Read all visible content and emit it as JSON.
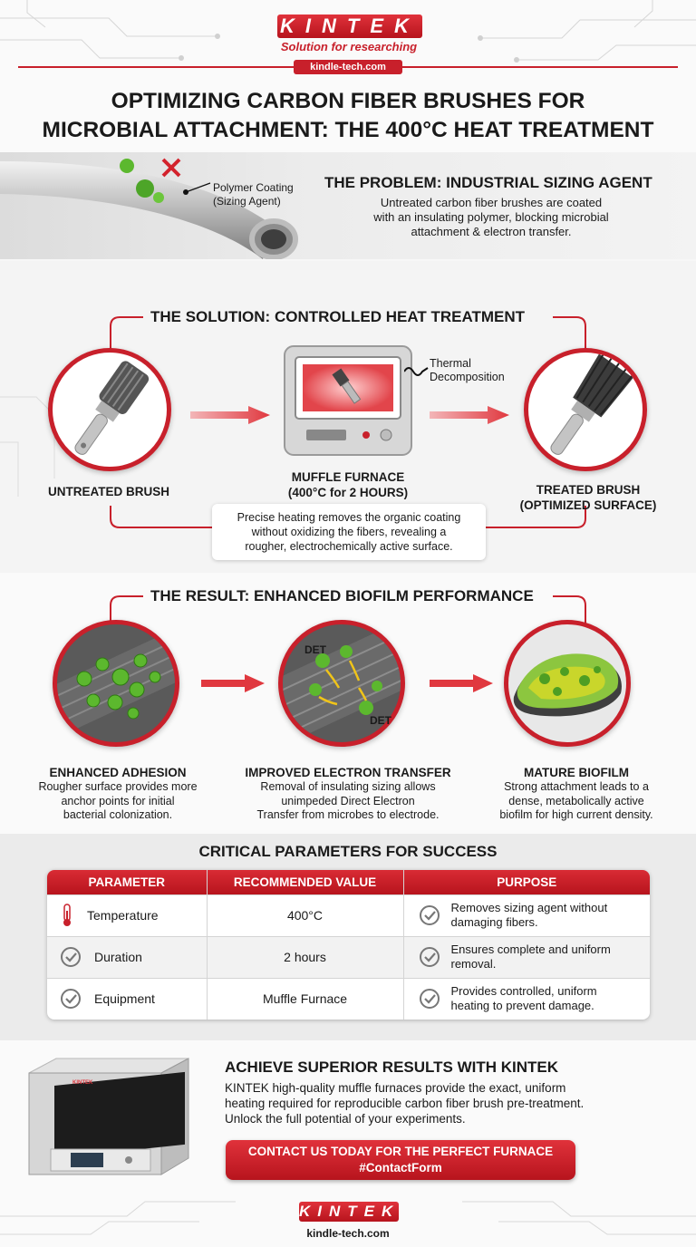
{
  "header": {
    "logo": "KINTEK",
    "tagline": "Solution for researching",
    "site": "kindle-tech.com",
    "title_line1": "OPTIMIZING CARBON FIBER BRUSHES FOR",
    "title_line2": "MICROBIAL ATTACHMENT: THE 400°C HEAT TREATMENT"
  },
  "problem": {
    "label_line1": "Polymer Coating",
    "label_line2": "(Sizing Agent)",
    "heading": "THE PROBLEM: INDUSTRIAL SIZING AGENT",
    "body_line1": "Untreated carbon fiber brushes are coated",
    "body_line2": "with an insulating polymer, blocking microbial",
    "body_line3": "attachment & electron transfer."
  },
  "solution": {
    "heading": "THE SOLUTION: CONTROLLED HEAT TREATMENT",
    "thermal_line1": "Thermal",
    "thermal_line2": "Decomposition",
    "untreated": "UNTREATED BRUSH",
    "furnace_line1": "MUFFLE FURNACE",
    "furnace_line2": "(400°C for 2 HOURS)",
    "treated_line1": "TREATED BRUSH",
    "treated_line2": "(OPTIMIZED SURFACE)",
    "note_line1": "Precise heating removes the organic coating",
    "note_line2": "without oxidizing the fibers, revealing a",
    "note_line3": "rougher, electrochemically active surface."
  },
  "result": {
    "heading": "THE RESULT: ENHANCED BIOFILM PERFORMANCE",
    "det": "DET",
    "items": [
      {
        "title": "ENHANCED ADHESION",
        "l1": "Rougher surface provides more",
        "l2": "anchor points for initial",
        "l3": "bacterial colonization."
      },
      {
        "title": "IMPROVED ELECTRON TRANSFER",
        "l1": "Removal of insulating sizing allows",
        "l2": "unimpeded Direct Electron",
        "l3": "Transfer from microbes to electrode."
      },
      {
        "title": "MATURE BIOFILM",
        "l1": "Strong attachment leads to a",
        "l2": "dense, metabolically active",
        "l3": "biofilm for high current density."
      }
    ]
  },
  "params": {
    "heading": "CRITICAL PARAMETERS FOR SUCCESS",
    "columns": [
      "PARAMETER",
      "RECOMMENDED VALUE",
      "PURPOSE"
    ],
    "rows": [
      {
        "param": "Temperature",
        "icon": "thermometer-icon",
        "value": "400°C",
        "p1": "Removes sizing agent without",
        "p2": "damaging fibers."
      },
      {
        "param": "Duration",
        "icon": "check-circle-icon",
        "value": "2 hours",
        "p1": "Ensures complete and uniform",
        "p2": "removal."
      },
      {
        "param": "Equipment",
        "icon": "check-circle-icon",
        "value": "Muffle Furnace",
        "p1": "Provides controlled, uniform",
        "p2": "heating to prevent damage."
      }
    ]
  },
  "cta": {
    "furnace_label": "KINTEK",
    "heading": "ACHIEVE SUPERIOR RESULTS WITH KINTEK",
    "body_line1": "KINTEK high-quality muffle furnaces provide the exact, uniform",
    "body_line2": "heating required for reproducible carbon fiber brush pre-treatment.",
    "body_line3": "Unlock the full potential of your experiments.",
    "button_line1": "CONTACT US TODAY FOR THE PERFECT FURNACE",
    "button_line2": "#ContactForm"
  },
  "footer": {
    "logo": "KINTEK",
    "site": "kindle-tech.com"
  },
  "colors": {
    "accent": "#c8202b",
    "biofilm": "#5cb82e",
    "arrow": "#e0383f"
  }
}
